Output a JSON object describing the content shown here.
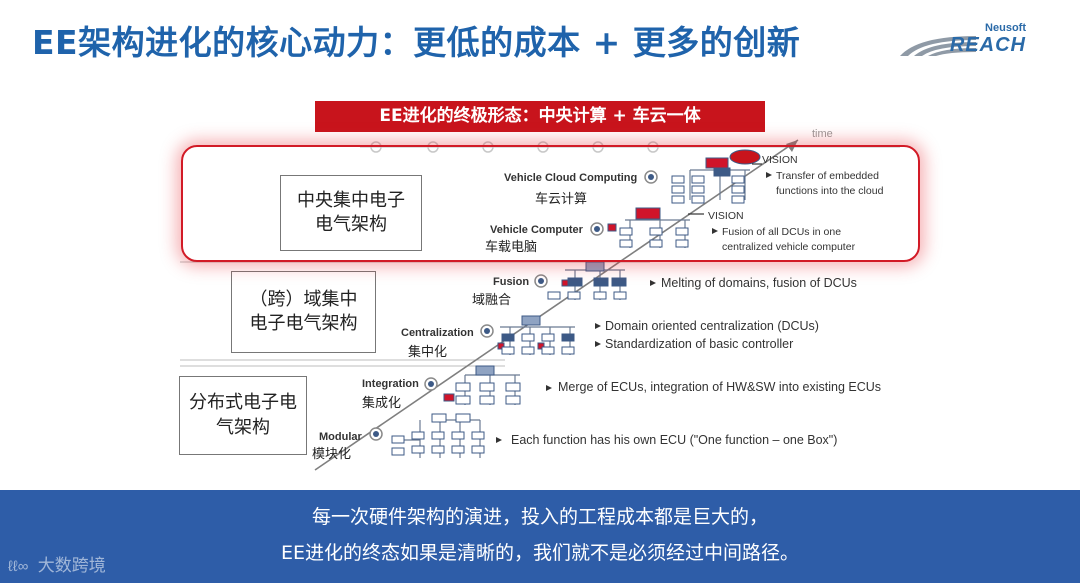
{
  "title": "EE架构进化的核心动力：更低的成本 + 更多的创新",
  "logo": {
    "small": "Neusoft",
    "main": "REACH"
  },
  "banner": "EE进化的终极形态：中央计算 + 车云一体",
  "time_label": "time",
  "stage_groups": [
    {
      "lines": [
        "中央集中电子",
        "电气架构"
      ]
    },
    {
      "lines": [
        "（跨）域集中",
        "电子电气架构"
      ]
    },
    {
      "lines": [
        "分布式电子电",
        "气架构"
      ]
    }
  ],
  "steps": [
    {
      "en": "Modular",
      "cn": "模块化",
      "desc": "Each function has his own ECU (\"One function – one Box\")"
    },
    {
      "en": "Integration",
      "cn": "集成化",
      "desc": "Merge of ECUs, integration of HW&SW into existing ECUs"
    },
    {
      "en": "Centralization",
      "cn": "集中化",
      "desc1": "Domain oriented centralization (DCUs)",
      "desc2": "Standardization of basic controller"
    },
    {
      "en": "Fusion",
      "cn": "域融合",
      "desc": "Melting of domains, fusion of DCUs"
    },
    {
      "en": "Vehicle Computer",
      "cn": "车载电脑",
      "vision": "VISION",
      "desc1": "Fusion of all DCUs in one",
      "desc2": "centralized vehicle computer"
    },
    {
      "en": "Vehicle Cloud Computing",
      "cn": "车云计算",
      "vision": "VISION",
      "desc1": "Transfer of embedded",
      "desc2": "functions into  the cloud"
    }
  ],
  "caption": {
    "line1": "每一次硬件架构的演进，投入的工程成本都是巨大的，",
    "line2": "EE进化的终态如果是清晰的，我们就不是必须经过中间路径。"
  },
  "watermark": {
    "logo": "ℓℓ∞",
    "text": "大数跨境"
  },
  "colors": {
    "title_blue": "#1f63ab",
    "banner_red": "#c8141c",
    "band_blue": "#2e5da8",
    "ecu_blue": "#3d5a86",
    "ecu_red": "#d0142a"
  }
}
